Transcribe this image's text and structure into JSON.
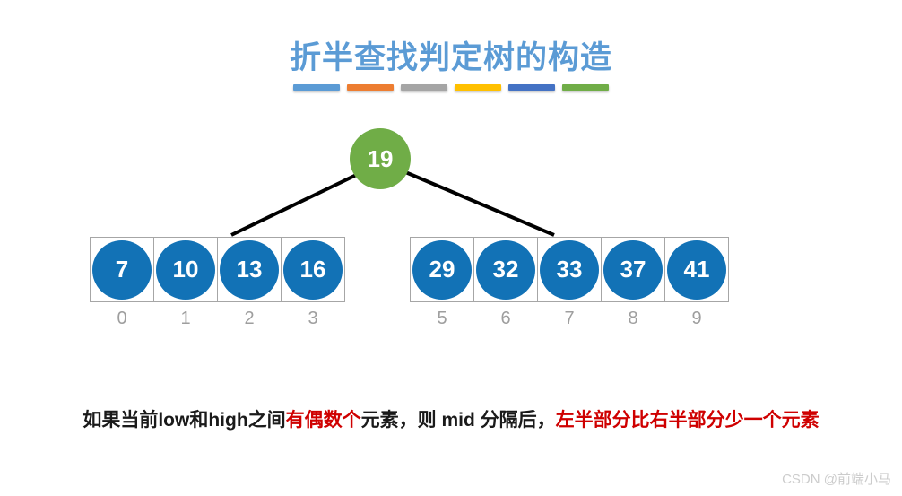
{
  "title": "折半查找判定树的构造",
  "divider_bars": [
    {
      "name": "bar-light-blue",
      "color": "#5B9BD5"
    },
    {
      "name": "bar-orange",
      "color": "#ED7D31"
    },
    {
      "name": "bar-gray",
      "color": "#A5A5A5"
    },
    {
      "name": "bar-gold",
      "color": "#FFC000"
    },
    {
      "name": "bar-blue",
      "color": "#4472C4"
    },
    {
      "name": "bar-green",
      "color": "#70AD47"
    }
  ],
  "tree": {
    "root": {
      "value": "19",
      "color": "#70AD47"
    },
    "node_color": "#1272B6",
    "left_subarray": {
      "cells": [
        {
          "value": "7",
          "index": "0"
        },
        {
          "value": "10",
          "index": "1"
        },
        {
          "value": "13",
          "index": "2"
        },
        {
          "value": "16",
          "index": "3"
        }
      ]
    },
    "right_subarray": {
      "cells": [
        {
          "value": "29",
          "index": "5"
        },
        {
          "value": "32",
          "index": "6"
        },
        {
          "value": "33",
          "index": "7"
        },
        {
          "value": "37",
          "index": "8"
        },
        {
          "value": "41",
          "index": "9"
        }
      ]
    }
  },
  "caption": {
    "segments": [
      {
        "text": "如果当前low和high之间",
        "color": "#1a1a1a"
      },
      {
        "text": "有偶数个",
        "color": "#CF0000"
      },
      {
        "text": "元素，则 mid 分隔后，",
        "color": "#1a1a1a"
      },
      {
        "text": "左半部分比右半部分少一个元素",
        "color": "#CF0000"
      }
    ]
  },
  "watermark": "CSDN @前端小马",
  "colors": {
    "title": "#5B9BD5",
    "index_label": "#9E9E9E",
    "cell_border": "#A6A6A6",
    "edge": "#000000"
  }
}
